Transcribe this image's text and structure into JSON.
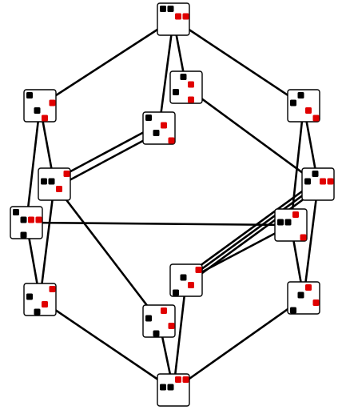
{
  "colors": {
    "edge": "#000000",
    "node_fill": "#ffffff",
    "node_stroke": "#000000",
    "piece_black": "#000000",
    "piece_red": "#e00000"
  },
  "diagram": {
    "nodes": [
      {
        "id": "top",
        "pieces": [
          [
            "k",
            0,
            0
          ],
          [
            "k",
            1,
            0
          ],
          [
            "r",
            2,
            1
          ],
          [
            "r",
            3,
            1
          ]
        ]
      },
      {
        "id": "upper-inner",
        "pieces": [
          [
            "k",
            1,
            0
          ],
          [
            "r",
            2,
            1
          ],
          [
            "k",
            0,
            2
          ],
          [
            "r",
            2,
            3
          ]
        ]
      },
      {
        "id": "upper-left",
        "pieces": [
          [
            "k",
            0,
            0
          ],
          [
            "r",
            3,
            1
          ],
          [
            "k",
            1,
            2
          ],
          [
            "r",
            2,
            3
          ]
        ]
      },
      {
        "id": "upper-right",
        "pieces": [
          [
            "k",
            1,
            0
          ],
          [
            "k",
            0,
            1
          ],
          [
            "r",
            2,
            2
          ],
          [
            "r",
            3,
            3
          ]
        ]
      },
      {
        "id": "center-top",
        "pieces": [
          [
            "k",
            0,
            0
          ],
          [
            "r",
            2,
            1
          ],
          [
            "k",
            1,
            2
          ],
          [
            "r",
            3,
            3
          ]
        ]
      },
      {
        "id": "mid-left",
        "pieces": [
          [
            "r",
            3,
            0
          ],
          [
            "k",
            0,
            1
          ],
          [
            "k",
            1,
            1
          ],
          [
            "r",
            2,
            2
          ]
        ]
      },
      {
        "id": "mid-right",
        "pieces": [
          [
            "k",
            1,
            0
          ],
          [
            "k",
            0,
            1
          ],
          [
            "r",
            2,
            1
          ],
          [
            "r",
            3,
            1
          ]
        ]
      },
      {
        "id": "left-edge",
        "pieces": [
          [
            "k",
            0,
            0
          ],
          [
            "k",
            1,
            1
          ],
          [
            "r",
            2,
            1
          ],
          [
            "r",
            3,
            1
          ],
          [
            "k",
            1,
            3
          ]
        ]
      },
      {
        "id": "right-edge",
        "pieces": [
          [
            "r",
            2,
            0
          ],
          [
            "k",
            0,
            1
          ],
          [
            "k",
            1,
            1
          ],
          [
            "r",
            3,
            3
          ]
        ]
      },
      {
        "id": "center-bottom",
        "pieces": [
          [
            "r",
            3,
            0
          ],
          [
            "k",
            1,
            1
          ],
          [
            "r",
            2,
            2
          ],
          [
            "k",
            0,
            3
          ]
        ]
      },
      {
        "id": "lower-left",
        "pieces": [
          [
            "r",
            3,
            0
          ],
          [
            "k",
            0,
            1
          ],
          [
            "r",
            2,
            2
          ],
          [
            "k",
            1,
            3
          ]
        ]
      },
      {
        "id": "lower-right",
        "pieces": [
          [
            "r",
            2,
            0
          ],
          [
            "k",
            1,
            1
          ],
          [
            "r",
            3,
            2
          ],
          [
            "k",
            0,
            3
          ]
        ]
      },
      {
        "id": "lower-inner",
        "pieces": [
          [
            "r",
            2,
            0
          ],
          [
            "k",
            0,
            1
          ],
          [
            "r",
            3,
            2
          ],
          [
            "k",
            1,
            3
          ]
        ]
      },
      {
        "id": "bottom",
        "pieces": [
          [
            "r",
            2,
            0
          ],
          [
            "r",
            3,
            0
          ],
          [
            "k",
            0,
            1
          ],
          [
            "k",
            1,
            1
          ]
        ]
      }
    ],
    "edges": [
      [
        "top",
        "upper-left"
      ],
      [
        "top",
        "upper-right"
      ],
      [
        "top",
        "upper-inner"
      ],
      [
        "top",
        "center-top"
      ],
      [
        "upper-left",
        "mid-left"
      ],
      [
        "upper-left",
        "left-edge"
      ],
      [
        "upper-right",
        "mid-right"
      ],
      [
        "upper-right",
        "right-edge"
      ],
      [
        "upper-inner",
        "mid-right"
      ],
      [
        "mid-left",
        "lower-left"
      ],
      [
        "mid-left",
        "lower-inner"
      ],
      [
        "left-edge",
        "lower-left"
      ],
      [
        "left-edge",
        "right-edge"
      ],
      [
        "mid-right",
        "lower-right"
      ],
      [
        "mid-right",
        "center-bottom"
      ],
      [
        "right-edge",
        "lower-right"
      ],
      [
        "right-edge",
        "center-bottom"
      ],
      [
        "lower-left",
        "bottom"
      ],
      [
        "lower-right",
        "bottom"
      ],
      [
        "center-bottom",
        "bottom"
      ],
      [
        "lower-inner",
        "bottom"
      ]
    ],
    "double_edges": [
      [
        "center-top",
        "mid-left"
      ],
      [
        "center-bottom",
        "mid-right"
      ]
    ]
  }
}
